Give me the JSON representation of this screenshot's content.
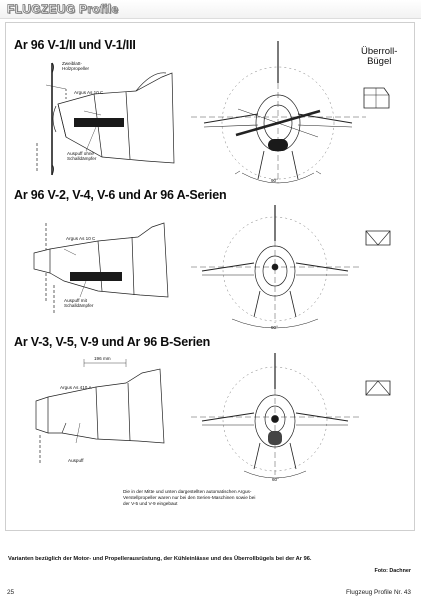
{
  "header": {
    "brand": "FLUGZEUG Profile"
  },
  "figure": {
    "section1": {
      "title": "Ar 96 V-1/II und V-1/III",
      "label_propeller": "Zweiblatt-\nHolzpropeller",
      "label_engine": "Argus As 10 C",
      "label_exhaust": "Auspuff ohne\nSchalldämpfer",
      "angle": "90°"
    },
    "section2": {
      "title": "Ar 96 V-2, V-4, V-6 und Ar 96 A-Serien",
      "label_engine": "Argus As 10 C",
      "label_exhaust": "Auspuff mit\nSchalldämpfer",
      "angle": "90°"
    },
    "section3": {
      "title": "Ar V-3, V-5, V-9 und Ar 96 B-Serien",
      "label_dimension": "196 mm",
      "label_engine": "Argus As 410 A",
      "label_exhaust": "Auspuff",
      "angle": "60°",
      "note": "Die in der Mitte und unten dargestellten automatischen Argus-Verstellpropeller waren nur bei den Serien-Maschinen sowie bei der V-5 und V-9 eingebaut"
    },
    "rollbar_label": "Überroll-\nBügel"
  },
  "caption": "Varianten bezüglich der Motor- und Propellerausrüstung, der Kühleinlässe und des Überrollbügels bei der Ar 96.",
  "credit": "Foto: Dachner",
  "footer": {
    "page_number": "25",
    "publication": "Flugzeug Profile Nr. 43"
  }
}
